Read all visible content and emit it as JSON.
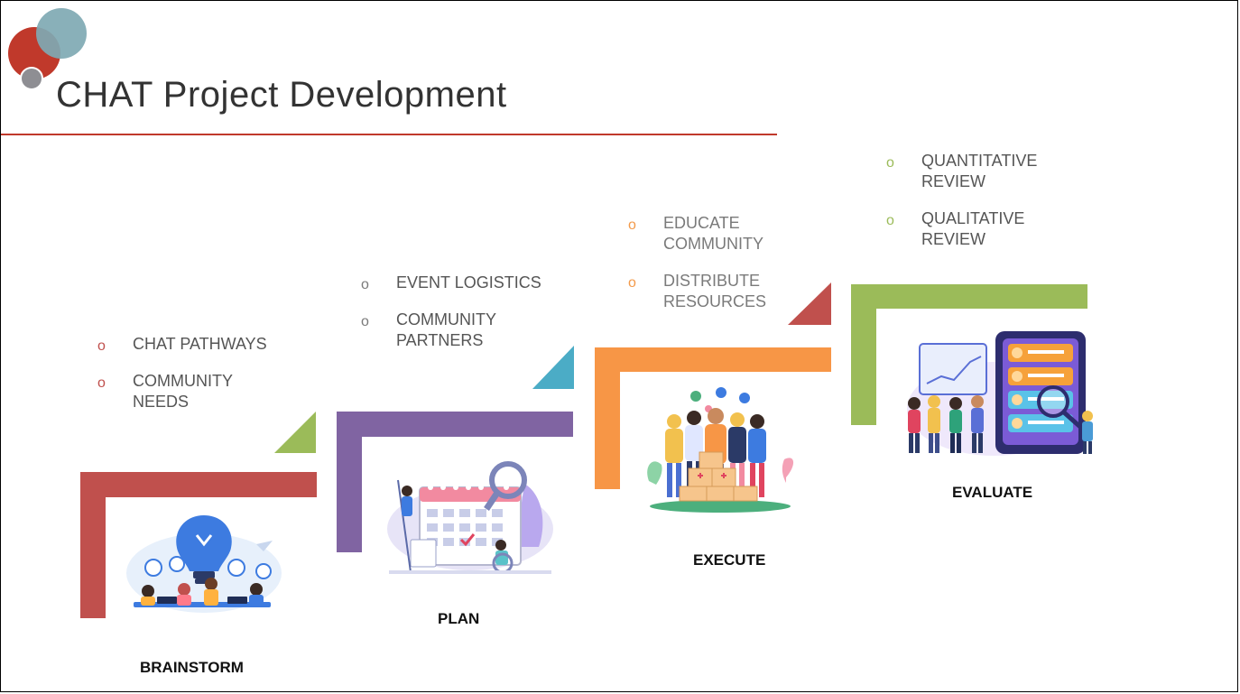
{
  "slide": {
    "title": "CHAT Project Development",
    "colors": {
      "accent_red": "#c0504d",
      "title_rule": "#c0392b",
      "deco_teal": "#7fa9b3",
      "deco_gray": "#8e8e93"
    }
  },
  "steps": [
    {
      "label": "BRAINSTORM",
      "color": "#c0504d",
      "triangle_color": "#9bbb59",
      "bullets": [
        "CHAT PATHWAYS",
        "COMMUNITY NEEDS"
      ],
      "illustration": "lightbulb-team-illustration"
    },
    {
      "label": "PLAN",
      "color": "#8064a2",
      "triangle_color": "#4bacc6",
      "bullets": [
        "EVENT LOGISTICS",
        "COMMUNITY PARTNERS"
      ],
      "illustration": "calendar-planning-illustration"
    },
    {
      "label": "EXECUTE",
      "color": "#f79646",
      "triangle_color": "#c0504d",
      "bullets": [
        "EDUCATE COMMUNITY",
        "DISTRIBUTE RESOURCES"
      ],
      "illustration": "volunteers-boxes-illustration"
    },
    {
      "label": "EVALUATE",
      "color": "#9bbb59",
      "triangle_color": "",
      "bullets": [
        "QUANTITATIVE REVIEW",
        "QUALITATIVE REVIEW"
      ],
      "illustration": "review-ratings-illustration"
    }
  ],
  "bullet_marker": "o"
}
